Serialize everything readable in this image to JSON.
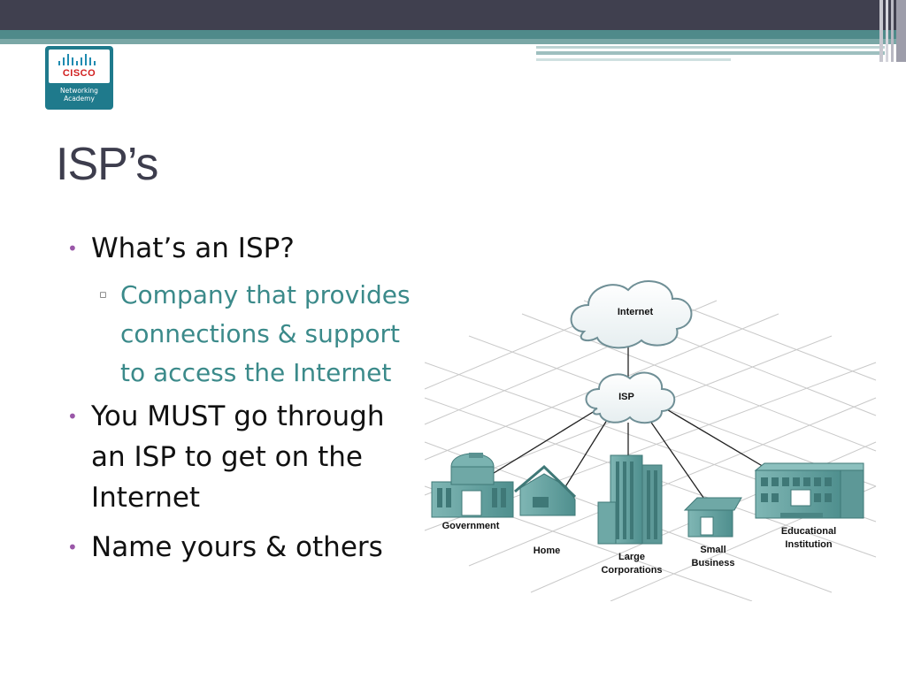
{
  "logo": {
    "brand": "CISCO",
    "subtitle_line1": "Networking",
    "subtitle_line2": "Academy"
  },
  "slide": {
    "title": "ISP’s",
    "bullets": [
      {
        "level": 1,
        "text_lines": [
          "What’s an ISP?"
        ]
      },
      {
        "level": 2,
        "text_lines": [
          "Company that provides",
          "connections & support",
          "to access the Internet"
        ]
      },
      {
        "level": 1,
        "text_lines": [
          "You MUST go through",
          "an ISP to get on the",
          "Internet"
        ]
      },
      {
        "level": 1,
        "text_lines": [
          "Name yours & others"
        ]
      }
    ]
  },
  "diagram": {
    "cloud_internet": "Internet",
    "cloud_isp": "ISP",
    "nodes": {
      "government": "Government",
      "home": "Home",
      "large_1": "Large",
      "large_2": "Corporations",
      "small_1": "Small",
      "small_2": "Business",
      "edu_1": "Educational",
      "edu_2": "Institution"
    }
  },
  "colors": {
    "accent_teal": "#4f8a8a",
    "bullet_purple": "#9a57a8",
    "subbullet_teal": "#3b8a8a",
    "building_teal": "#5a9c9c"
  }
}
